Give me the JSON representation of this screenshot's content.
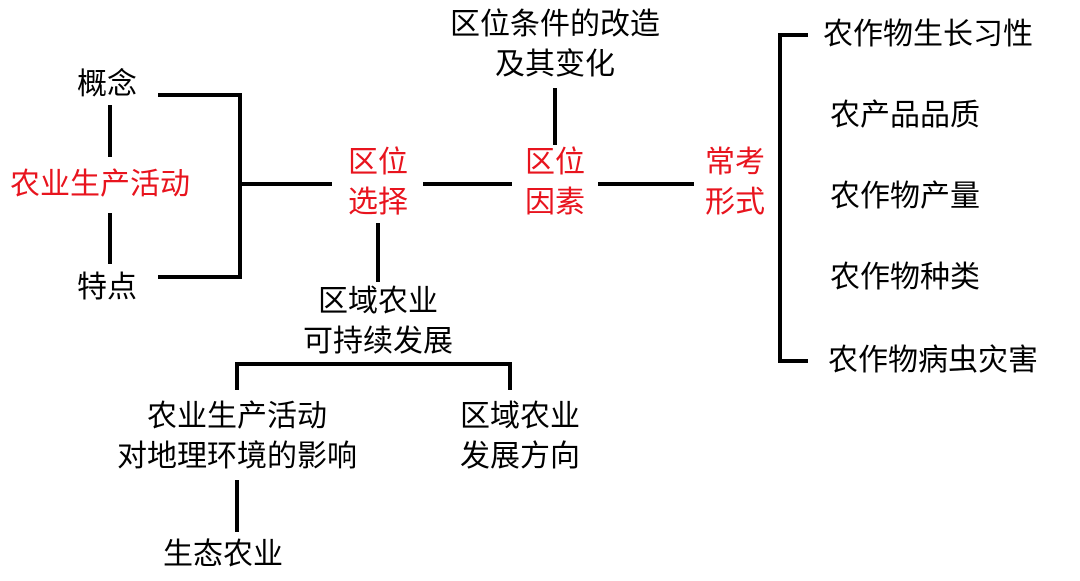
{
  "colors": {
    "line": "#000000",
    "text": "#000000",
    "highlight": "#e8141e",
    "background": "#ffffff"
  },
  "nodes": {
    "concept": "概念",
    "characteristics": "特点",
    "agri_activity": "农业生产活动",
    "location_choice": [
      "区位",
      "选择"
    ],
    "location_factors": [
      "区位",
      "因素"
    ],
    "common_forms": [
      "常考",
      "形式"
    ],
    "location_improvement": [
      "区位条件的改造",
      "及其变化"
    ],
    "regional_sustainable": [
      "区域农业",
      "可持续发展"
    ],
    "agri_env_impact": [
      "农业生产活动",
      "对地理环境的影响"
    ],
    "regional_direction": [
      "区域农业",
      "发展方向"
    ],
    "eco_agriculture": "生态农业",
    "forms_list": [
      "农作物生长习性",
      "农产品品质",
      "农作物产量",
      "农作物种类",
      "农作物病虫灾害"
    ]
  }
}
